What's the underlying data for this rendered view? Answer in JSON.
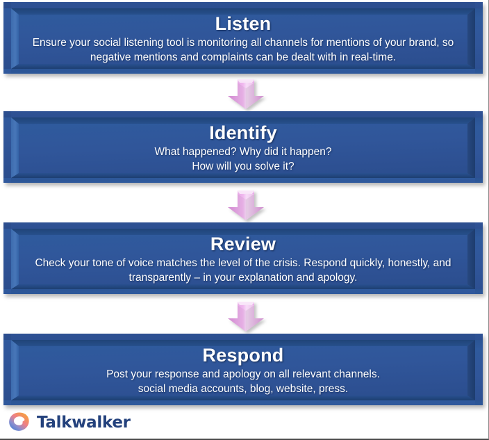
{
  "diagram": {
    "type": "vertical-flowchart",
    "title_visible": false,
    "steps": [
      {
        "id": "listen",
        "title": "Listen",
        "body": "Ensure your social listening tool is monitoring all channels for mentions of your brand, so negative mentions and complaints can be dealt with in real-time."
      },
      {
        "id": "identify",
        "title": "Identify",
        "body": "What happened? Why did it happen?\nHow will you solve it?"
      },
      {
        "id": "review",
        "title": "Review",
        "body": "Check your tone of voice matches the level of the crisis. Respond quickly, honestly, and transparently – in your explanation and apology."
      },
      {
        "id": "respond",
        "title": "Respond",
        "body": "Post your response and apology on all relevant channels.\nsocial media accounts, blog, website, press."
      }
    ],
    "connectors": [
      {
        "icon": "down-arrow-icon",
        "from": "listen",
        "to": "identify"
      },
      {
        "icon": "down-arrow-icon",
        "from": "identify",
        "to": "review"
      },
      {
        "icon": "down-arrow-icon",
        "from": "review",
        "to": "respond"
      }
    ]
  },
  "branding": {
    "logo_icon": "talkwalker-blob-icon",
    "name": "Talkwalker"
  },
  "colors": {
    "box_fill": "#30569a",
    "box_bevel_light": "#4877b9",
    "box_bevel_dark": "#1d3f72",
    "box_text": "#ffffff",
    "arrow_fill": "#e9a8e8",
    "arrow_light": "#f6d9f6",
    "logo_text": "#23417c",
    "logo_gradient_start": "#f5a03c",
    "logo_gradient_mid": "#e86f8c",
    "logo_gradient_end": "#4f7fd0",
    "background": "#ffffff"
  }
}
